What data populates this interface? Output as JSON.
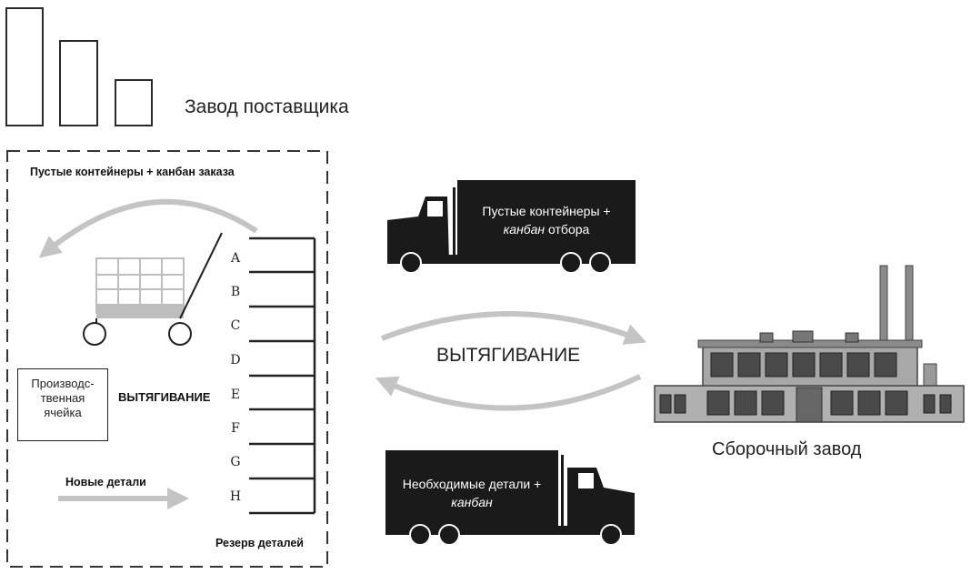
{
  "supplier": {
    "label": "Завод поставщика"
  },
  "empty_containers": {
    "label": "Пустые контейнеры + канбан заказа"
  },
  "production_cell": {
    "line1": "Производс-",
    "line2": "твенная",
    "line3": "ячейка"
  },
  "pull_inner": {
    "label": "ВЫТЯГИВАНИЕ"
  },
  "new_parts": {
    "label": "Новые детали"
  },
  "reserve": {
    "label": "Резерв деталей"
  },
  "shelf_labels": [
    "A",
    "B",
    "C",
    "D",
    "E",
    "F",
    "G",
    "H"
  ],
  "truck_top": {
    "line1": "Пустые контейнеры +",
    "line2_italic": "канбан",
    "line2_rest": " отбора"
  },
  "pull_main": {
    "label": "ВЫТЯГИВАНИЕ"
  },
  "truck_bottom": {
    "line1": "Необходимые детали +",
    "line2_italic": "канбан"
  },
  "assembly": {
    "label": "Сборочный завод"
  },
  "colors": {
    "arrow": "#c4c4c4",
    "truck": "#1a1a1a",
    "building": "#9a9a9a",
    "window": "#4a4a4a"
  }
}
